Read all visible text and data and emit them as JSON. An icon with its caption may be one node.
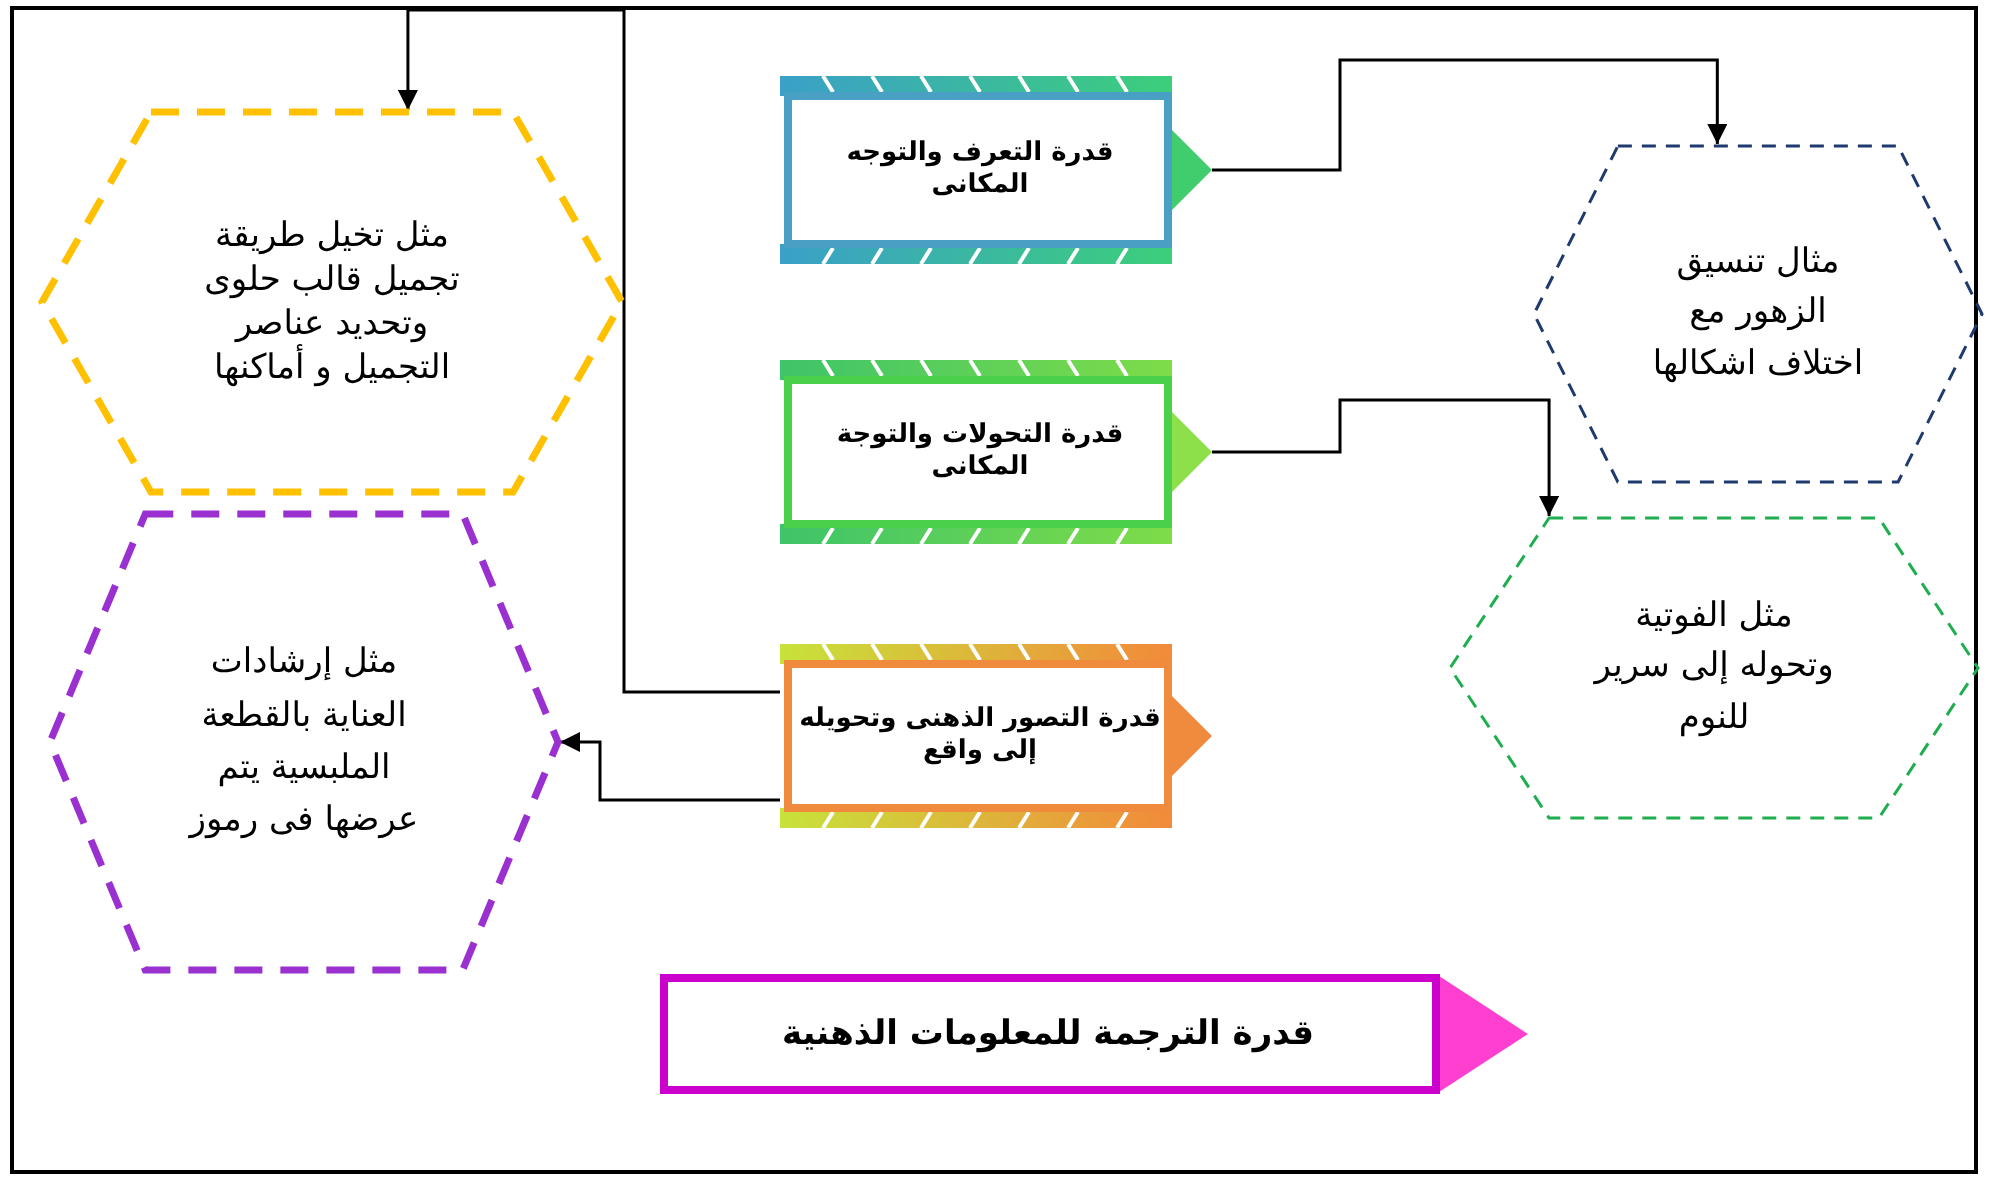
{
  "diagram": {
    "nodes": [
      {
        "text": [
          "قدرة التعرف والتوجه المكانى"
        ]
      },
      {
        "text": [
          "قدرة التحولات والتوجة المكانى"
        ]
      },
      {
        "text": [
          "قدرة التصور الذهنى وتحويله إلى واقع"
        ]
      },
      {
        "text": [
          "قدرة الترجمة للمعلومات الذهنية"
        ]
      },
      {
        "text": [
          "مثل تخيل طريقة تجميل قالب حلوى وتحديد عناصر التجميل و أماكنها"
        ]
      },
      {
        "text": [
          "مثل إرشادات العناية بالقطعة الملبسية يتم عرضها فى رموز"
        ]
      },
      {
        "text": [
          "مثال تنسيق الزهور مع اختلاف اشكالها"
        ]
      },
      {
        "text": [
          "مثل الفوتية وتحوله إلى سرير للنوم"
        ]
      }
    ],
    "edges": [
      {
        "from": 0,
        "to": 6,
        "arrow": "to"
      },
      {
        "from": 1,
        "to": 7,
        "arrow": "to"
      },
      {
        "from": 2,
        "to": 4,
        "arrow": "to"
      },
      {
        "from": 2,
        "to": 5,
        "arrow": "to"
      }
    ]
  }
}
